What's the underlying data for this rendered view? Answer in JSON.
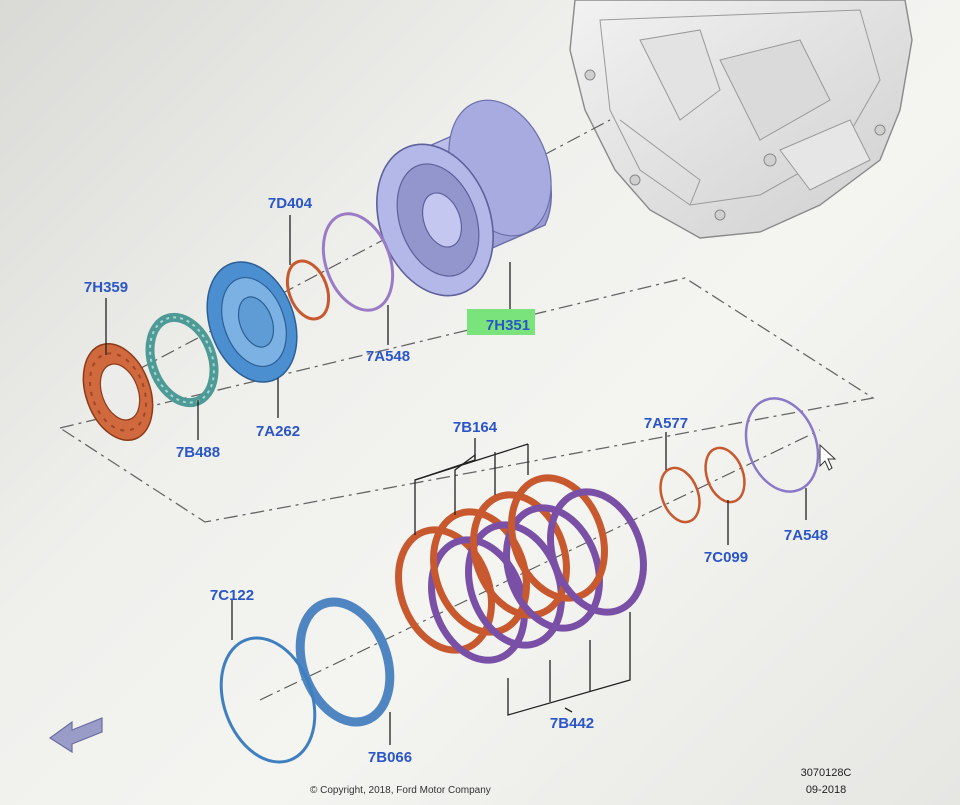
{
  "parts": {
    "p7D404": "7D404",
    "p7H359": "7H359",
    "p7H351": "7H351",
    "p7A548_top": "7A548",
    "p7B488": "7B488",
    "p7A262": "7A262",
    "p7B164": "7B164",
    "p7A577": "7A577",
    "p7C099": "7C099",
    "p7A548_right": "7A548",
    "p7C122": "7C122",
    "p7B066": "7B066",
    "p7B442": "7B442"
  },
  "footer": {
    "drawing_number": "3070128C",
    "date": "09-2018",
    "copyright": "© Copyright, 2018, Ford Motor Company"
  },
  "colors": {
    "label": "#2a56c8",
    "highlight": "#7be37b",
    "orange_ring": "#c8582e",
    "purple_ring": "#7a4fa6",
    "blue_ring": "#3f7fc0",
    "housing": "#9fa3d8"
  },
  "icons": {
    "nav": "left-arrow-icon",
    "cursor": "mouse-cursor-icon"
  }
}
